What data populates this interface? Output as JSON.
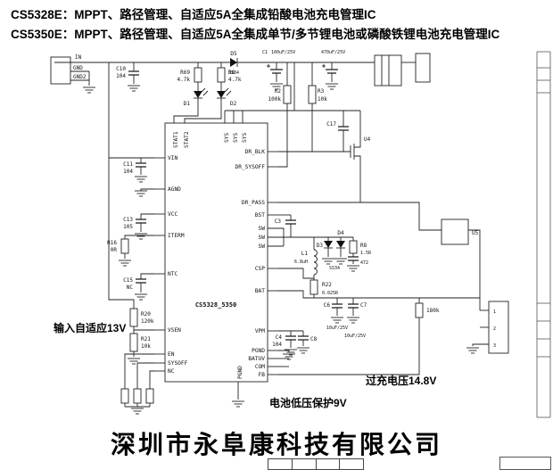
{
  "header": {
    "line1": "CS5328E：MPPT、路径管理、自适应5A全集成铅酸电池充电管理IC",
    "line2": "CS5350E：MPPT、路径管理、自适应5A全集成单节/多节锂电池或磷酸铁锂电池充电管理IC"
  },
  "annotations": {
    "input_adaptive": "输入自适应13V",
    "overcharge": "过充电压14.8V",
    "battery_low": "电池低压保护9V"
  },
  "footer": {
    "company": "深圳市永阜康科技有限公司"
  },
  "ic": {
    "label": "CS5328_5350",
    "top_pins": [
      "STAT1",
      "STAT2",
      "SYS",
      "SYS",
      "SYS"
    ],
    "left_pins": [
      "VIN",
      "AGND",
      "VCC",
      "ITERM",
      "NTC",
      "VSEN",
      "EN",
      "SYSOFF",
      "NC"
    ],
    "right_pins": [
      "DR_BLK",
      "DR_SYSOFF",
      "DR_PASS",
      "BST",
      "SW",
      "SW",
      "SW",
      "CSP",
      "BAT",
      "VPM",
      "PGND",
      "BATUV",
      "COM",
      "FB"
    ],
    "bottom_pin": "PGND"
  },
  "input_connector": {
    "labels": [
      "IN",
      "GND",
      "GND2"
    ]
  },
  "output_connector": {
    "pins": [
      "1",
      "2",
      "3"
    ]
  },
  "components": {
    "c10": {
      "ref": "C10",
      "val": "104"
    },
    "r69": {
      "ref": "R69",
      "val": "4.7k"
    },
    "r6": {
      "ref": "R6",
      "val": "4.7k"
    },
    "d1": {
      "ref": "D1",
      "val": ""
    },
    "d2": {
      "ref": "D2",
      "val": ""
    },
    "d5": {
      "ref": "D5",
      "val": "SS34"
    },
    "c1": {
      "ref": "C1",
      "val": "100uF/25V"
    },
    "c2": {
      "ref": "",
      "val": "470uF/25V"
    },
    "r2": {
      "ref": "R2",
      "val": "100k"
    },
    "r3": {
      "ref": "R3",
      "val": "10k"
    },
    "c17": {
      "ref": "C17",
      "val": ""
    },
    "u4": {
      "ref": "U4",
      "val": ""
    },
    "c3": {
      "ref": "C3",
      "val": ""
    },
    "l1": {
      "ref": "L1",
      "val": "6.8uH"
    },
    "d3": {
      "ref": "D3",
      "val": "SS34"
    },
    "d4": {
      "ref": "D4",
      "val": ""
    },
    "r8": {
      "ref": "R8",
      "val": "1.5R"
    },
    "c5": {
      "ref": "",
      "val": "472"
    },
    "r22": {
      "ref": "R22",
      "val": "0.025R"
    },
    "c6": {
      "ref": "C6",
      "val": "10uF/25V"
    },
    "c7": {
      "ref": "C7",
      "val": "10uF/25V"
    },
    "r13": {
      "ref": "",
      "val": "180k"
    },
    "u5": {
      "ref": "U5",
      "val": ""
    },
    "c4": {
      "ref": "C4",
      "val": "104"
    },
    "c8": {
      "ref": "C8",
      "val": ""
    },
    "c11": {
      "ref": "C11",
      "val": "104"
    },
    "c13": {
      "ref": "C13",
      "val": "105"
    },
    "r16": {
      "ref": "R16",
      "val": "0R"
    },
    "c15": {
      "ref": "C15",
      "val": "NC"
    },
    "r20": {
      "ref": "R20",
      "val": "120k"
    },
    "r21": {
      "ref": "R21",
      "val": "10k"
    }
  }
}
